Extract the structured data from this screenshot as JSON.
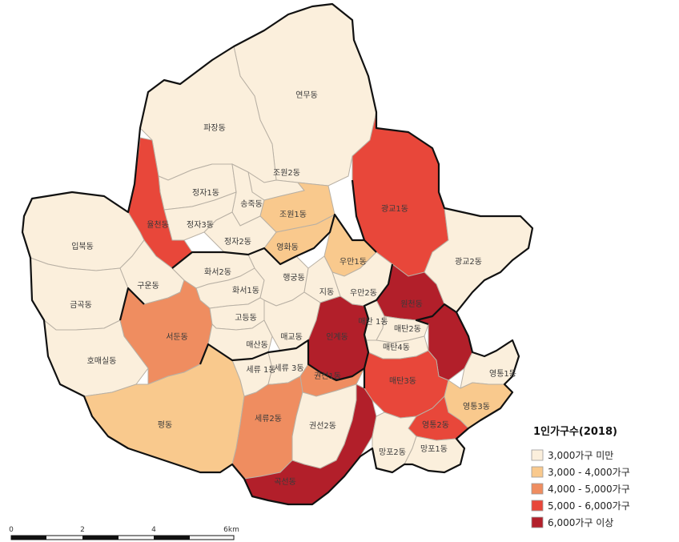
{
  "colors": {
    "c0": "#fbefdc",
    "c1": "#f9c98d",
    "c2": "#ef8d60",
    "c3": "#e8473a",
    "c4": "#b21f2a"
  },
  "dongs": [
    {
      "key": "yeonmu",
      "name": "연무동",
      "class": "c0"
    },
    {
      "key": "pajang",
      "name": "파장동",
      "class": "c0"
    },
    {
      "key": "jowon2",
      "name": "조원2동",
      "class": "c0"
    },
    {
      "key": "jeongja1",
      "name": "정자1동",
      "class": "c0"
    },
    {
      "key": "songjuk",
      "name": "송죽동",
      "class": "c0"
    },
    {
      "key": "jowon1",
      "name": "조원1동",
      "class": "c1"
    },
    {
      "key": "jeongja3",
      "name": "정자3동",
      "class": "c0"
    },
    {
      "key": "jeongja2",
      "name": "정자2동",
      "class": "c0"
    },
    {
      "key": "yulcheon",
      "name": "율천동",
      "class": "c3"
    },
    {
      "key": "yeonghwa",
      "name": "영화동",
      "class": "c1"
    },
    {
      "key": "gwanggyo1",
      "name": "광교1동",
      "class": "c3"
    },
    {
      "key": "gwanggyo2",
      "name": "광교2동",
      "class": "c0"
    },
    {
      "key": "ipbuk",
      "name": "입북동",
      "class": "c0"
    },
    {
      "key": "geumgok",
      "name": "금곡동",
      "class": "c0"
    },
    {
      "key": "guun",
      "name": "구운동",
      "class": "c0"
    },
    {
      "key": "homaesil",
      "name": "호매실동",
      "class": "c0"
    },
    {
      "key": "hwaseo2",
      "name": "화서2동",
      "class": "c0"
    },
    {
      "key": "hwaseo1",
      "name": "화서1동",
      "class": "c0"
    },
    {
      "key": "haenggung",
      "name": "행궁동",
      "class": "c0"
    },
    {
      "key": "goman1",
      "name": "우만1동",
      "class": "c1"
    },
    {
      "key": "goman2",
      "name": "우만2동",
      "class": "c0"
    },
    {
      "key": "jidong",
      "name": "지동",
      "class": "c0"
    },
    {
      "key": "woncheon",
      "name": "원천동",
      "class": "c4"
    },
    {
      "key": "seodun",
      "name": "서둔동",
      "class": "c2"
    },
    {
      "key": "godeung",
      "name": "고등동",
      "class": "c0"
    },
    {
      "key": "maesan",
      "name": "매산동",
      "class": "c0"
    },
    {
      "key": "maegyo",
      "name": "매교동",
      "class": "c0"
    },
    {
      "key": "ingye",
      "name": "인계동",
      "class": "c4"
    },
    {
      "key": "maetan1",
      "name": "매탄 1동",
      "class": "c0"
    },
    {
      "key": "maetan2",
      "name": "매탄2동",
      "class": "c0"
    },
    {
      "key": "maetan4",
      "name": "매탄4동",
      "class": "c0"
    },
    {
      "key": "seryu1",
      "name": "세류 1동",
      "class": "c0"
    },
    {
      "key": "seryu3",
      "name": "세류 3동",
      "class": "c0"
    },
    {
      "key": "gwonseon1",
      "name": "권선1동",
      "class": "c2"
    },
    {
      "key": "maetan3",
      "name": "매탄3동",
      "class": "c3"
    },
    {
      "key": "yeongtong1",
      "name": "영통1동",
      "class": "c0"
    },
    {
      "key": "yeongtong3",
      "name": "영통3동",
      "class": "c1"
    },
    {
      "key": "yeongtong2",
      "name": "영통2동",
      "class": "c3"
    },
    {
      "key": "pyeong",
      "name": "평동",
      "class": "c1"
    },
    {
      "key": "seryu2",
      "name": "세류2동",
      "class": "c2"
    },
    {
      "key": "gwonseon2",
      "name": "권선2동",
      "class": "c0"
    },
    {
      "key": "mangpo2",
      "name": "망포2동",
      "class": "c0"
    },
    {
      "key": "mangpo1",
      "name": "망포1동",
      "class": "c0"
    },
    {
      "key": "gokseon",
      "name": "곡선동",
      "class": "c4"
    },
    {
      "key": "taejang",
      "name": "",
      "class": "c4"
    }
  ],
  "legend": {
    "title": "1인가구수(2018)",
    "items": [
      {
        "label": "3,000가구 미만",
        "class": "c0"
      },
      {
        "label": "3,000 - 4,000가구",
        "class": "c1"
      },
      {
        "label": "4,000 - 5,000가구",
        "class": "c2"
      },
      {
        "label": "5,000 - 6,000가구",
        "class": "c3"
      },
      {
        "label": "6,000가구 이상",
        "class": "c4"
      }
    ]
  },
  "scale_bar": {
    "ticks": [
      "0",
      "2",
      "4",
      "6km"
    ]
  }
}
